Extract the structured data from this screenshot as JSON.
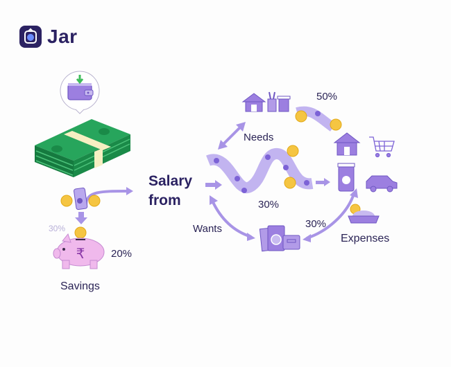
{
  "brand": {
    "name": "Jar",
    "logo_icon": "jar-logo-icon",
    "primary_color": "#2b2262",
    "accent_purple": "#9b85e0",
    "coin_gold": "#f5c542",
    "cash_green": "#1f8a4c"
  },
  "center": {
    "title_line1": "Salary",
    "title_line2": "from"
  },
  "savings": {
    "label": "Savings",
    "percent": "20%",
    "faint_percent": "30%",
    "icon": "piggy-bank-icon",
    "currency_symbol": "₹"
  },
  "needs": {
    "label": "Needs",
    "percent": "50%",
    "icons": [
      "house-icon",
      "pencil-cup-icon",
      "coffee-cup-icon"
    ]
  },
  "wants": {
    "label": "Wants",
    "percent": "30%",
    "icons": [
      "camera-icon",
      "washing-machine-icon"
    ]
  },
  "flow": {
    "percent": "30%",
    "icon": "banknote-wave-icon"
  },
  "expenses": {
    "label": "Expenses",
    "percent": "30%",
    "icons": [
      "house-icon",
      "shopping-cart-icon",
      "cup-icon",
      "car-icon",
      "food-bowl-icon"
    ]
  },
  "top_left": {
    "icons": [
      "wallet-icon",
      "cash-stack-icon"
    ]
  }
}
